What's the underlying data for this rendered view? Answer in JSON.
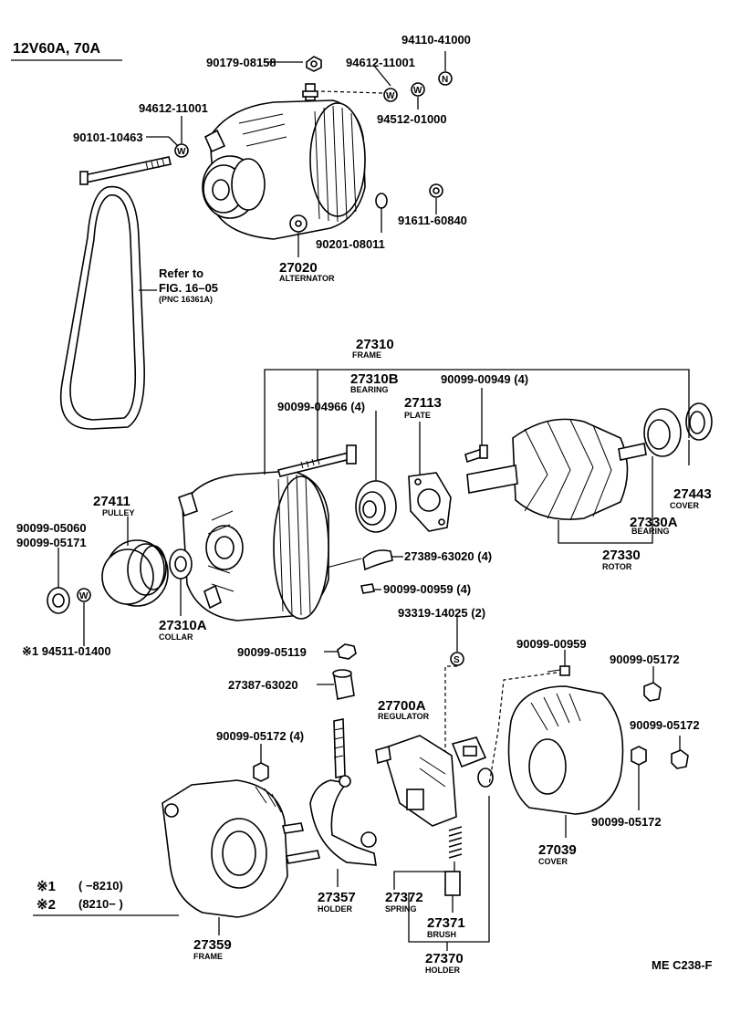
{
  "header": {
    "title": "12V60A, 70A"
  },
  "labels": {
    "p94110": "94110-41000",
    "p90179": "90179-08158",
    "p94612a": "94612-11001",
    "p94612b": "94612-11001",
    "p94512": "94512-01000",
    "p90101": "90101-10463",
    "p91611": "91611-60840",
    "p90201": "90201-08011",
    "p27020": "27020",
    "p27020_sub": "ALTERNATOR",
    "refer1": "Refer to",
    "refer2": "FIG. 16–05",
    "refer3": "(PNC 16361A)",
    "p27310": "27310",
    "p27310_sub": "FRAME",
    "p27310B": "27310B",
    "p27310B_sub": "BEARING",
    "p90099_00949": "90099-00949 (4)",
    "p90099_04966": "90099-04966 (4)",
    "p27113": "27113",
    "p27113_sub": "PLATE",
    "p27443": "27443",
    "p27443_sub": "COVER",
    "p27330A": "27330A",
    "p27330A_sub": "BEARING",
    "p27330": "27330",
    "p27330_sub": "ROTOR",
    "p27411": "27411",
    "p27411_sub": "PULLEY",
    "p90099_05060": "90099-05060",
    "p90099_05171": "90099-05171",
    "p27389": "27389-63020 (4)",
    "p90099_00959b": "90099-00959 (4)",
    "p27310A": "27310A",
    "p27310A_sub": "COLLAR",
    "p94511": "※1 94511-01400",
    "p93319": "93319-14025 (2)",
    "p90099_05119": "90099-05119",
    "p90099_00959": "90099-00959",
    "p90099_05172a": "90099-05172",
    "p27387": "27387-63020",
    "p27700A": "27700A",
    "p27700A_sub": "REGULATOR",
    "p90099_05172b": "90099-05172",
    "p90099_05172_4": "90099-05172 (4)",
    "p90099_05172c": "90099-05172",
    "p27039": "27039",
    "p27039_sub": "COVER",
    "p27357": "27357",
    "p27357_sub": "HOLDER",
    "p27372": "27372",
    "p27372_sub": "SPRING",
    "p27371": "27371",
    "p27371_sub": "BRUSH",
    "p27370": "27370",
    "p27370_sub": "HOLDER",
    "p27359": "27359",
    "p27359_sub": "FRAME",
    "note1_mark": "※1",
    "note1_text": "(      −8210)",
    "note2_mark": "※2",
    "note2_text": "(8210−         )",
    "code": "ME C238-F"
  },
  "callout_letters": {
    "n": "N",
    "w": "W",
    "s": "S"
  }
}
